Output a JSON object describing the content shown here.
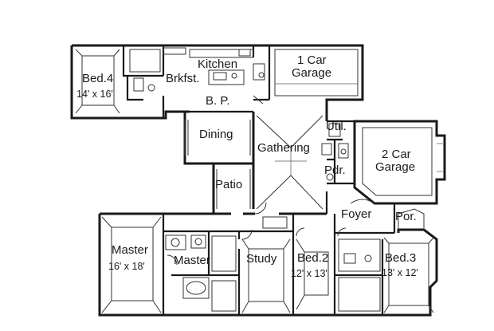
{
  "rooms": {
    "bed4": {
      "name": "Bed.4",
      "size": "14' x 16'"
    },
    "brkfst": {
      "name": "Brkfst."
    },
    "kitchen": {
      "name": "Kitchen"
    },
    "garage1": {
      "name_line1": "1 Car",
      "name_line2": "Garage"
    },
    "bp": {
      "name": "B. P."
    },
    "dining": {
      "name": "Dining"
    },
    "gathering": {
      "name": "Gathering"
    },
    "util": {
      "name": "Util."
    },
    "pdr": {
      "name": "Pdr."
    },
    "garage2": {
      "name_line1": "2 Car",
      "name_line2": "Garage"
    },
    "patio": {
      "name": "Patio"
    },
    "foyer": {
      "name": "Foyer"
    },
    "por": {
      "name": "Por."
    },
    "master": {
      "name": "Master",
      "size": "16' x 18'"
    },
    "master_bath": {
      "name": "Master"
    },
    "study": {
      "name": "Study"
    },
    "bed2": {
      "name": "Bed.2",
      "size": "12' x 13'"
    },
    "bed3": {
      "name": "Bed.3",
      "size": "13' x 12'"
    }
  }
}
